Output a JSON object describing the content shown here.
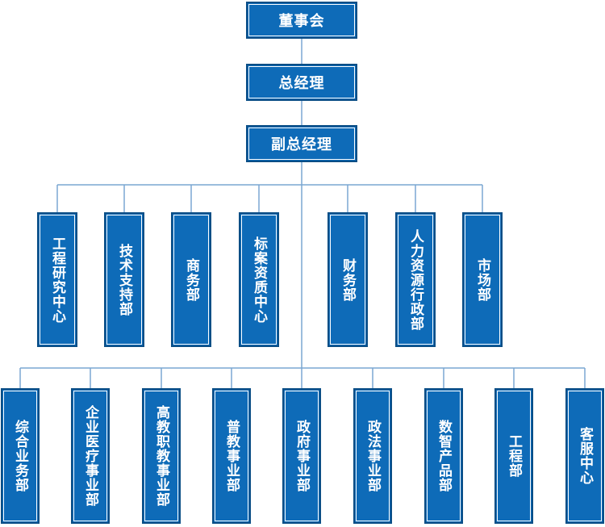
{
  "colors": {
    "node_fill": "#0e6bb8",
    "node_border": "#0a4e86",
    "line": "#7aa7d2"
  },
  "top_nodes": [
    {
      "id": "board",
      "label": "董事会"
    },
    {
      "id": "gm",
      "label": "总经理"
    },
    {
      "id": "deputy-gm",
      "label": "副总经理"
    }
  ],
  "row1": [
    {
      "id": "eng-research",
      "label": "工程研究中心"
    },
    {
      "id": "tech-support",
      "label": "技术支持部"
    },
    {
      "id": "business",
      "label": "商务部"
    },
    {
      "id": "bid-quality",
      "label": "标案资质中心"
    },
    {
      "id": "finance",
      "label": "财务部"
    },
    {
      "id": "hr-admin",
      "label": "人力资源行政部"
    },
    {
      "id": "marketing",
      "label": "市场部"
    }
  ],
  "row2": [
    {
      "id": "integrated-business",
      "label": "综合业务部"
    },
    {
      "id": "enterprise-medical",
      "label": "企业医疗事业部"
    },
    {
      "id": "higher-vocational",
      "label": "高教职教事业部"
    },
    {
      "id": "general-education",
      "label": "普教事业部"
    },
    {
      "id": "government",
      "label": "政府事业部"
    },
    {
      "id": "political-legal",
      "label": "政法事业部"
    },
    {
      "id": "digital-products",
      "label": "数智产品部"
    },
    {
      "id": "engineering",
      "label": "工程部"
    },
    {
      "id": "customer-service",
      "label": "客服中心"
    }
  ]
}
